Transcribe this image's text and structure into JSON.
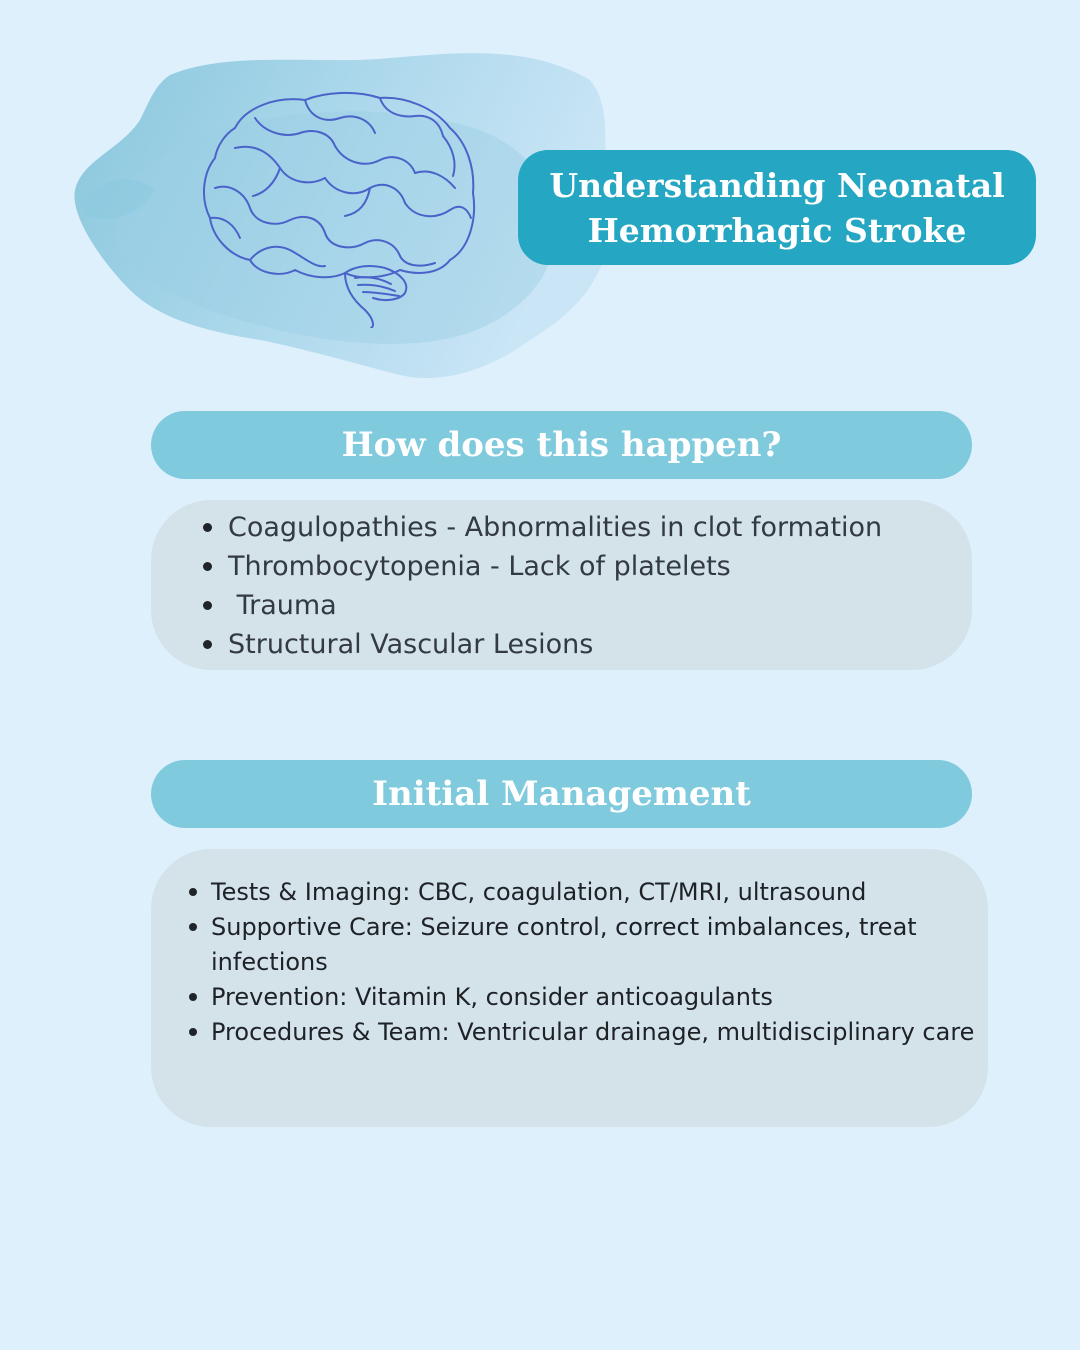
{
  "title": {
    "line1": "Understanding Neonatal",
    "line2": "Hemorrhagic Stroke"
  },
  "illustration": {
    "icon": "brain-icon",
    "color": "#4a63c9"
  },
  "colors": {
    "background": "#dff0fd",
    "title_pill": "#25a6c2",
    "section_header": "#7fcadd",
    "content_box": "#d4e3ea",
    "splash": "#8cc9df"
  },
  "section1": {
    "heading": "How does this happen?",
    "items": [
      "Coagulopathies - Abnormalities in clot formation",
      "Thrombocytopenia - Lack of platelets",
      " Trauma",
      "Structural Vascular Lesions"
    ]
  },
  "section2": {
    "heading": "Initial Management",
    "items": [
      "Tests & Imaging: CBC, coagulation, CT/MRI, ultrasound",
      "Supportive Care: Seizure control, correct imbalances, treat infections",
      "Prevention: Vitamin K, consider anticoagulants",
      "Procedures & Team: Ventricular drainage, multidisciplinary care"
    ]
  }
}
